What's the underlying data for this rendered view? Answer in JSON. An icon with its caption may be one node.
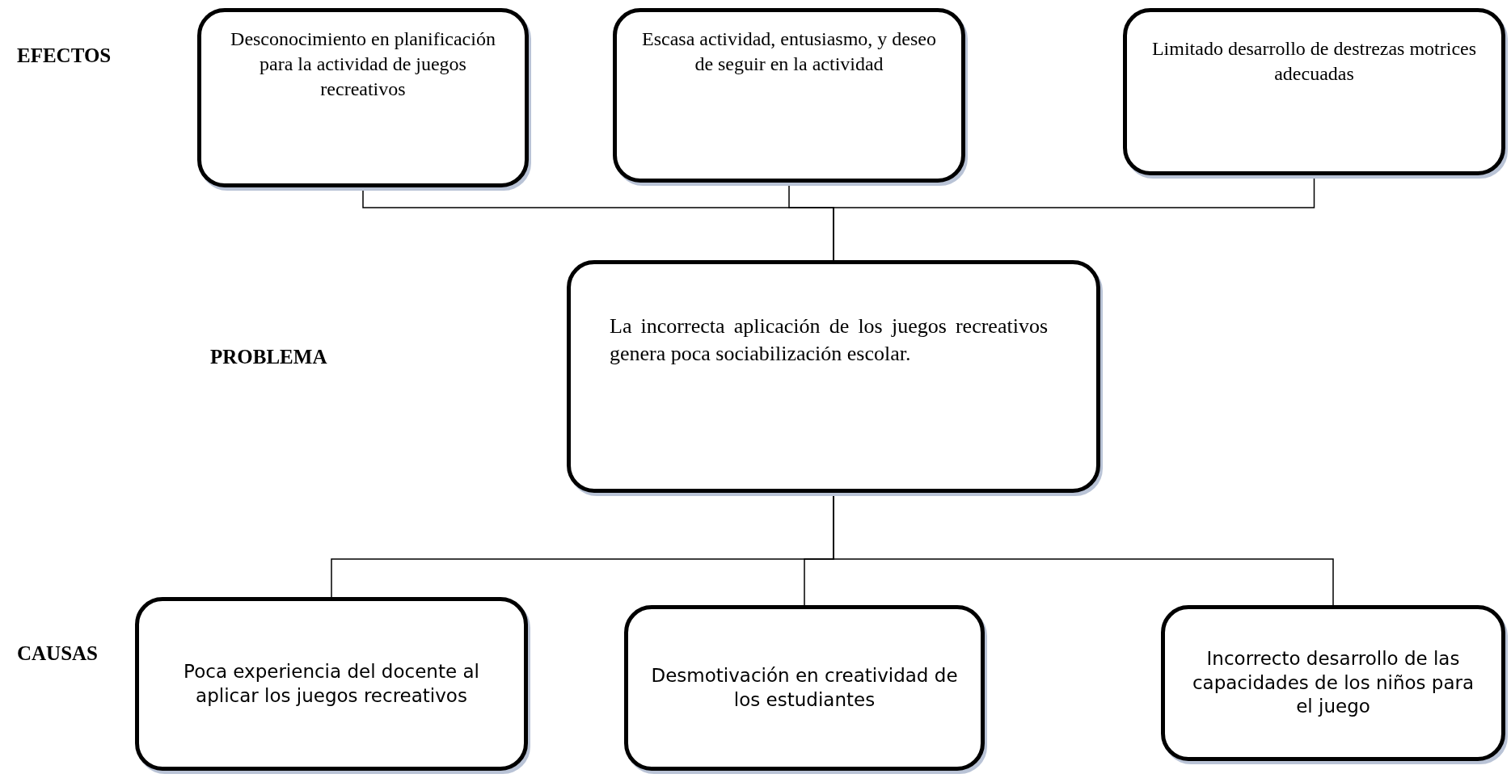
{
  "diagram": {
    "nodes": [
      {
        "text": [
          "Desconocimiento en planificación para la actividad de juegos recreativos"
        ]
      },
      {
        "text": [
          "Escasa actividad, entusiasmo, y deseo de seguir en la actividad"
        ]
      },
      {
        "text": [
          "Limitado desarrollo de destrezas motrices adecuadas"
        ]
      },
      {
        "text": [
          "La incorrecta aplicación de los juegos recreativos genera poca sociabilización escolar."
        ]
      },
      {
        "text": [
          "Poca experiencia del docente al aplicar los juegos recreativos"
        ]
      },
      {
        "text": [
          "Desmotivación en creatividad de los estudiantes"
        ]
      },
      {
        "text": [
          "Incorrecto desarrollo de las capacidades de los niños para el juego"
        ]
      }
    ],
    "edges": [
      {
        "from": 3,
        "to": 0,
        "arrow": "none"
      },
      {
        "from": 3,
        "to": 1,
        "arrow": "none"
      },
      {
        "from": 3,
        "to": 2,
        "arrow": "none"
      },
      {
        "from": 3,
        "to": 4,
        "arrow": "none"
      },
      {
        "from": 3,
        "to": 5,
        "arrow": "none"
      },
      {
        "from": 3,
        "to": 6,
        "arrow": "none"
      }
    ],
    "labels": [
      "EFECTOS",
      "PROBLEMA",
      "CAUSAS"
    ]
  }
}
